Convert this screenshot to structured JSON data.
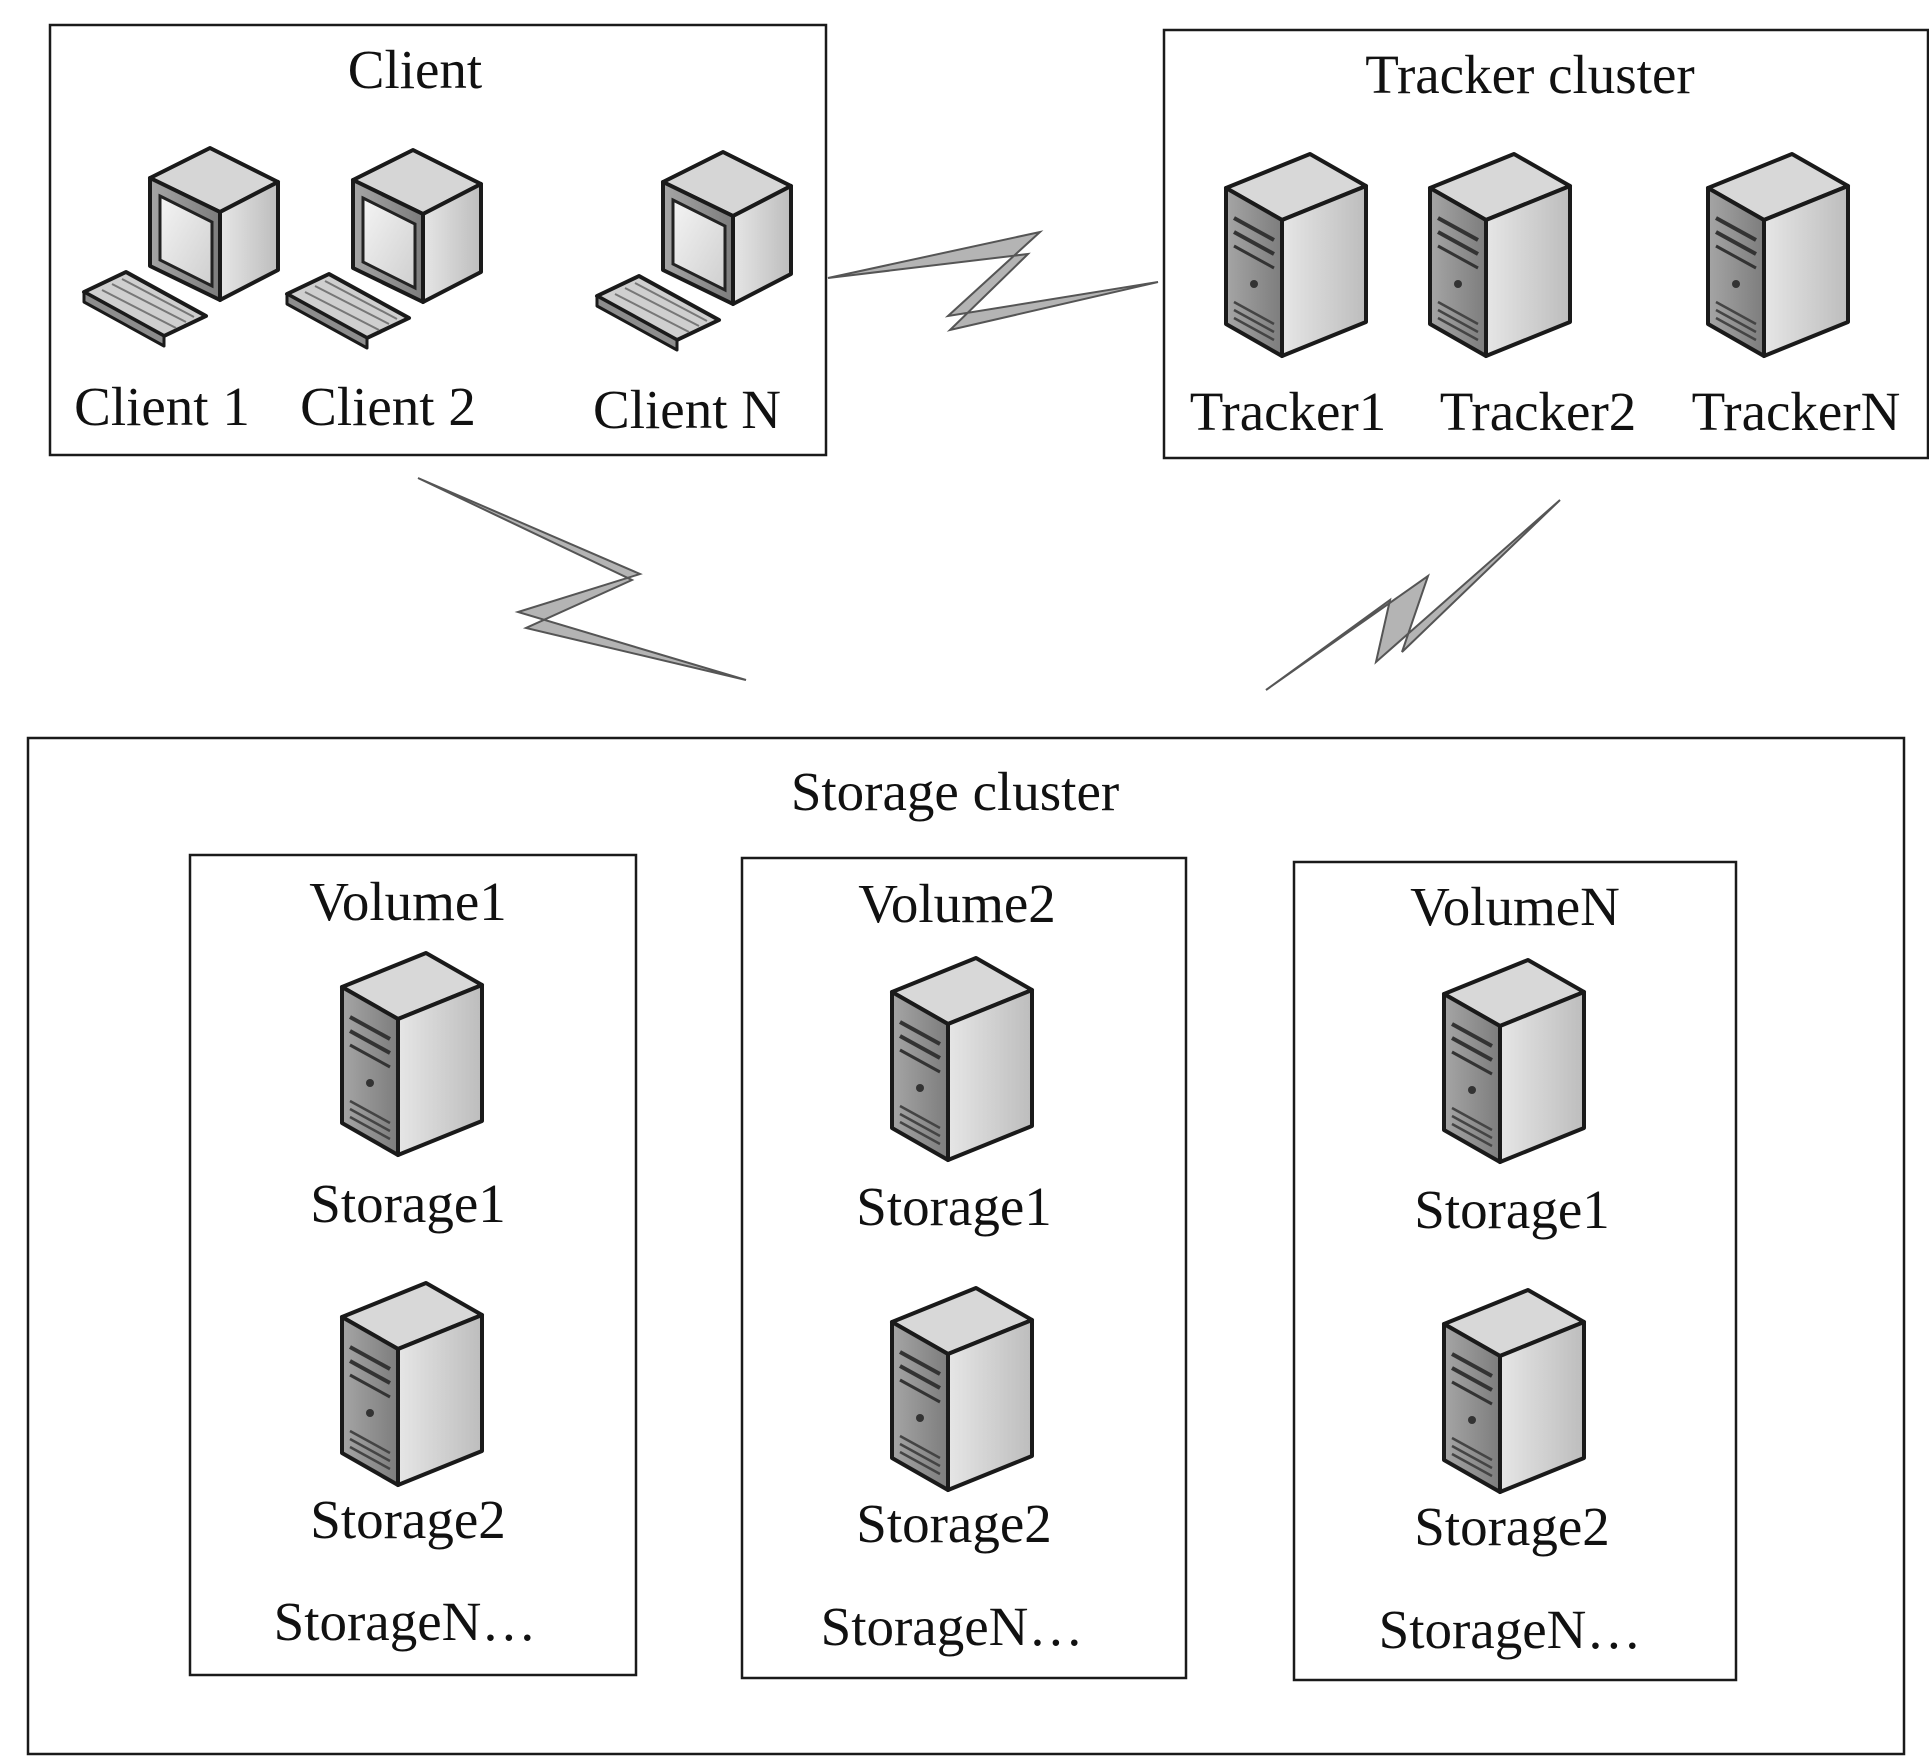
{
  "client_panel": {
    "title": "Client",
    "clients": [
      {
        "label": "Client 1",
        "icon": "workstation-icon"
      },
      {
        "label": "Client 2",
        "icon": "workstation-icon"
      },
      {
        "label": "Client N",
        "icon": "workstation-icon"
      }
    ]
  },
  "tracker_panel": {
    "title": "Tracker cluster",
    "trackers": [
      {
        "label": "Tracker1",
        "icon": "server-tower-icon"
      },
      {
        "label": "Tracker2",
        "icon": "server-tower-icon"
      },
      {
        "label": "TrackerN",
        "icon": "server-tower-icon"
      }
    ]
  },
  "storage_panel": {
    "title": "Storage cluster",
    "volumes": [
      {
        "title": "Volume1",
        "storages": [
          "Storage1",
          "Storage2"
        ],
        "more": "StorageN…"
      },
      {
        "title": "Volume2",
        "storages": [
          "Storage1",
          "Storage2"
        ],
        "more": "StorageN…"
      },
      {
        "title": "VolumeN",
        "storages": [
          "Storage1",
          "Storage2"
        ],
        "more": "StorageN…"
      }
    ]
  },
  "links": [
    {
      "from": "client_panel",
      "to": "tracker_panel",
      "icon": "lightning-bolt-icon"
    },
    {
      "from": "client_panel",
      "to": "storage_panel",
      "icon": "lightning-bolt-icon"
    },
    {
      "from": "tracker_panel",
      "to": "storage_panel",
      "icon": "lightning-bolt-icon"
    }
  ],
  "colors": {
    "border": "#1a1a1a",
    "bolt_fill": "#b4b4b4",
    "server_front": "#c7c7c7",
    "server_side": "#9a9a9a"
  }
}
